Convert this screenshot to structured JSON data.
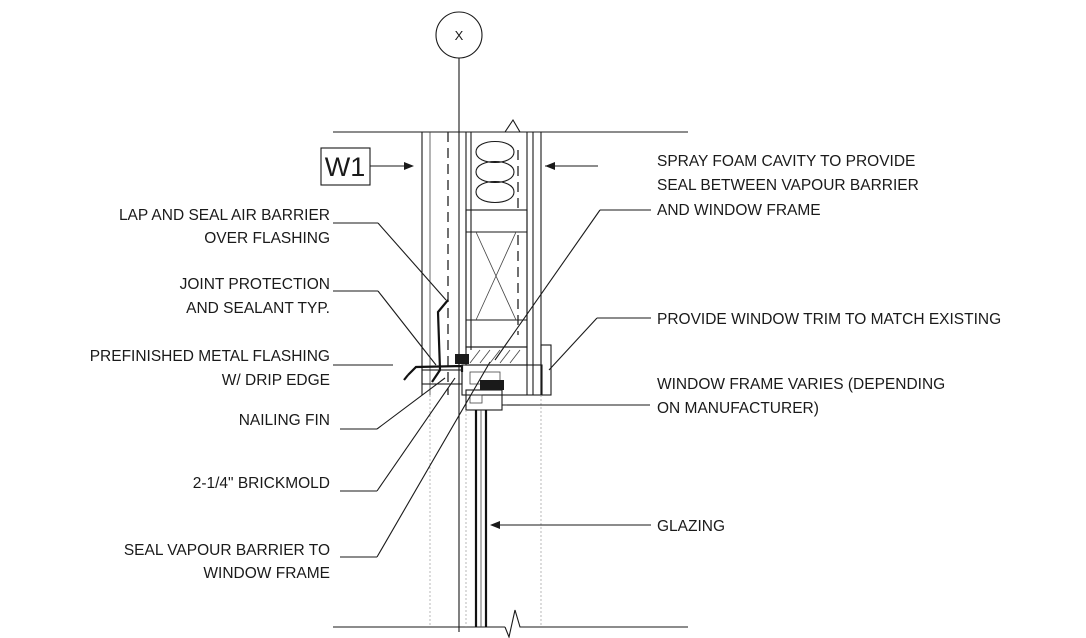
{
  "grid_bubble": "X",
  "section_tag": "W1",
  "callouts_left": {
    "lap_seal_1": "LAP AND SEAL AIR BARRIER",
    "lap_seal_2": "OVER FLASHING",
    "joint_1": "JOINT PROTECTION",
    "joint_2": "AND SEALANT TYP.",
    "flashing_1": "PREFINISHED METAL FLASHING",
    "flashing_2": "W/ DRIP EDGE",
    "nailing_fin": "NAILING FIN",
    "brickmold": "2-1/4\" BRICKMOLD",
    "seal_vb_1": "SEAL VAPOUR BARRIER TO",
    "seal_vb_2": "WINDOW FRAME"
  },
  "callouts_right": {
    "spray_1": "SPRAY FOAM CAVITY TO PROVIDE",
    "spray_2": "SEAL BETWEEN VAPOUR BARRIER",
    "spray_3": "AND WINDOW FRAME",
    "trim": "PROVIDE WINDOW TRIM TO MATCH EXISTING",
    "frame_1": "WINDOW FRAME VARIES (DEPENDING",
    "frame_2": " ON MANUFACTURER)",
    "glazing": "GLAZING"
  }
}
